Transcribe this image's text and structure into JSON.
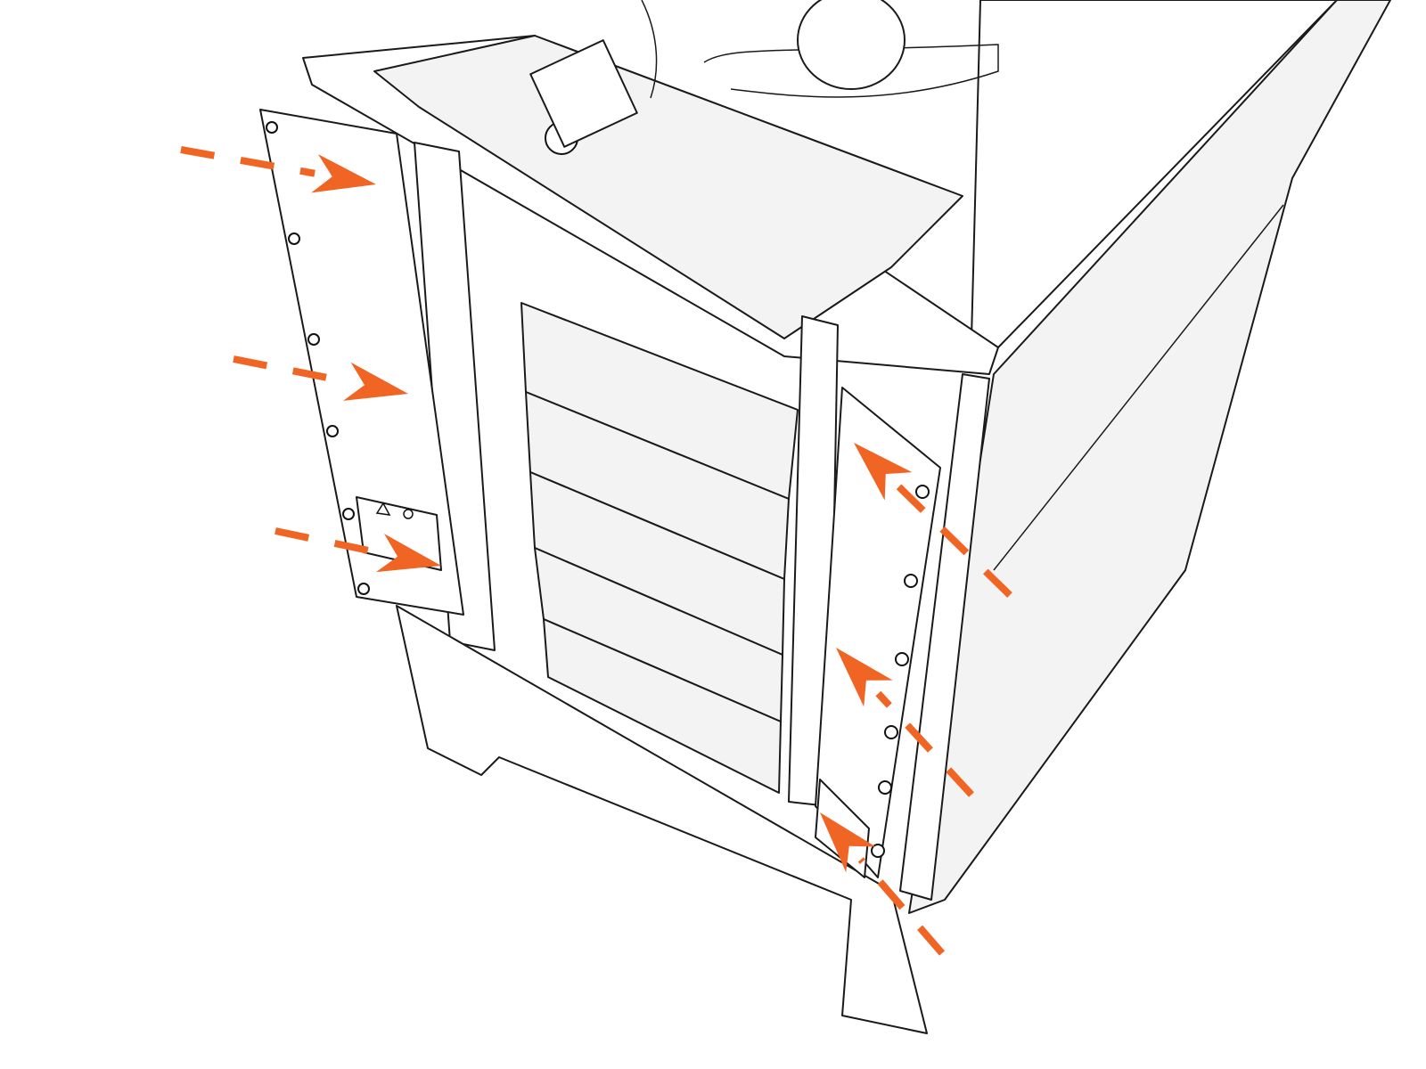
{
  "illustration": {
    "subject": "cabinet-side-panel-installation",
    "colors": {
      "arrow": "#f06424",
      "line": "#1a1a1a",
      "panel_shade": "#f3f3f3",
      "background": "#ffffff"
    },
    "icons": [
      "warning-triangle-icon",
      "manual-read-icon"
    ],
    "arrow_direction_left": "into-cabinet",
    "arrow_direction_right": "into-cabinet",
    "battery_module_count": 5
  }
}
